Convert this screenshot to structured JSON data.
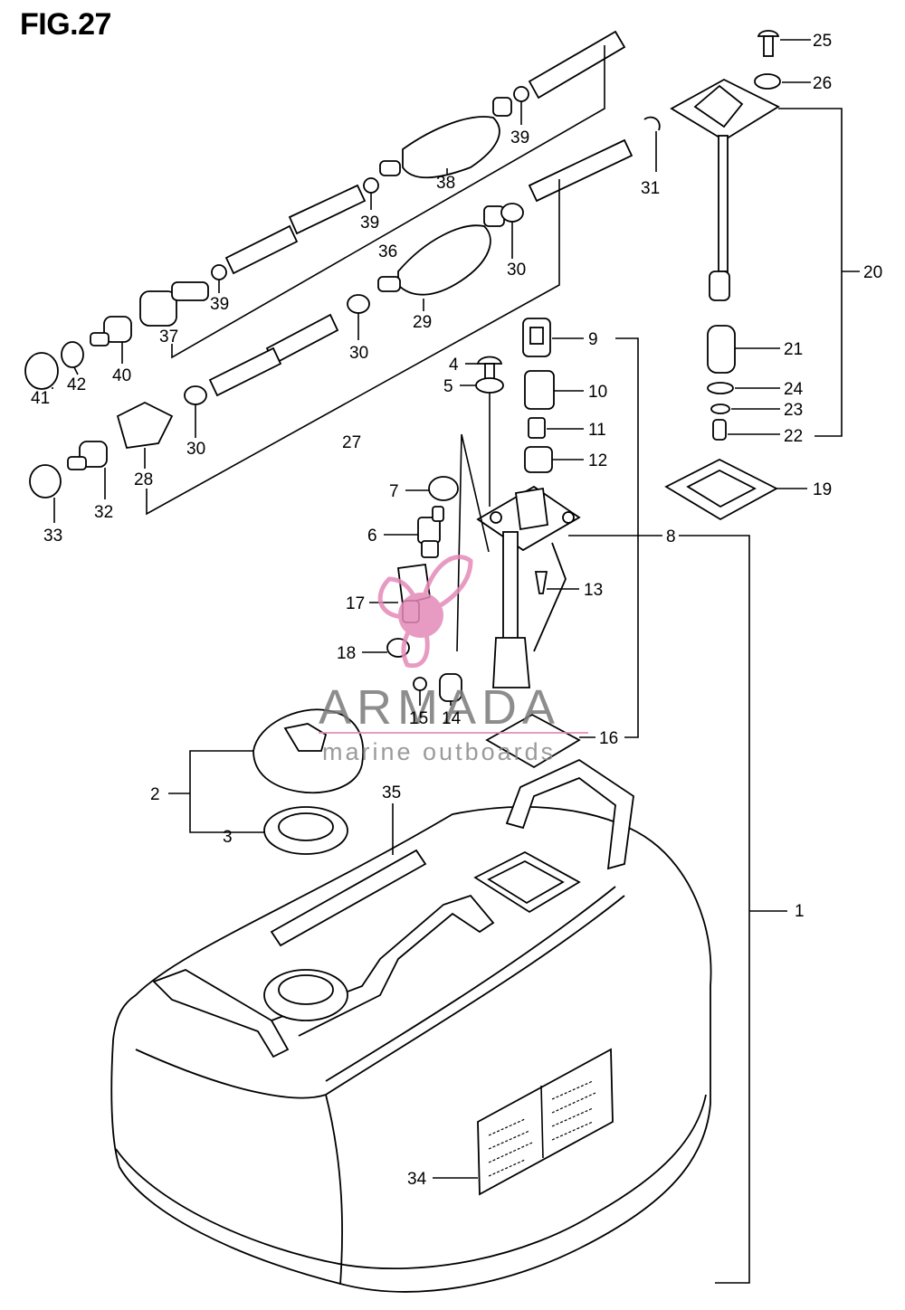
{
  "figure": {
    "title": "FIG.27"
  },
  "watermark": {
    "brand": "ARMADA",
    "tagline": "marine outboards",
    "accent_color": "#e58ab8",
    "text_color": "#7a7a7a"
  },
  "callouts": [
    {
      "id": "1",
      "label": "1"
    },
    {
      "id": "2",
      "label": "2"
    },
    {
      "id": "3",
      "label": "3"
    },
    {
      "id": "4",
      "label": "4"
    },
    {
      "id": "5",
      "label": "5"
    },
    {
      "id": "6",
      "label": "6"
    },
    {
      "id": "7",
      "label": "7"
    },
    {
      "id": "8",
      "label": "8"
    },
    {
      "id": "9",
      "label": "9"
    },
    {
      "id": "10",
      "label": "10"
    },
    {
      "id": "11",
      "label": "11"
    },
    {
      "id": "12",
      "label": "12"
    },
    {
      "id": "13",
      "label": "13"
    },
    {
      "id": "14",
      "label": "14"
    },
    {
      "id": "15",
      "label": "15"
    },
    {
      "id": "16",
      "label": "16"
    },
    {
      "id": "17",
      "label": "17"
    },
    {
      "id": "18",
      "label": "18"
    },
    {
      "id": "19",
      "label": "19"
    },
    {
      "id": "20",
      "label": "20"
    },
    {
      "id": "21",
      "label": "21"
    },
    {
      "id": "22",
      "label": "22"
    },
    {
      "id": "23",
      "label": "23"
    },
    {
      "id": "24",
      "label": "24"
    },
    {
      "id": "25",
      "label": "25"
    },
    {
      "id": "26",
      "label": "26"
    },
    {
      "id": "27",
      "label": "27"
    },
    {
      "id": "28",
      "label": "28"
    },
    {
      "id": "29",
      "label": "29"
    },
    {
      "id": "30a",
      "label": "30"
    },
    {
      "id": "30b",
      "label": "30"
    },
    {
      "id": "30c",
      "label": "30"
    },
    {
      "id": "31",
      "label": "31"
    },
    {
      "id": "32",
      "label": "32"
    },
    {
      "id": "33",
      "label": "33"
    },
    {
      "id": "34",
      "label": "34"
    },
    {
      "id": "35",
      "label": "35"
    },
    {
      "id": "36",
      "label": "36"
    },
    {
      "id": "37",
      "label": "37"
    },
    {
      "id": "38",
      "label": "38"
    },
    {
      "id": "39a",
      "label": "39"
    },
    {
      "id": "39b",
      "label": "39"
    },
    {
      "id": "39c",
      "label": "39"
    },
    {
      "id": "40",
      "label": "40"
    },
    {
      "id": "41",
      "label": "41"
    },
    {
      "id": "42",
      "label": "42"
    }
  ]
}
